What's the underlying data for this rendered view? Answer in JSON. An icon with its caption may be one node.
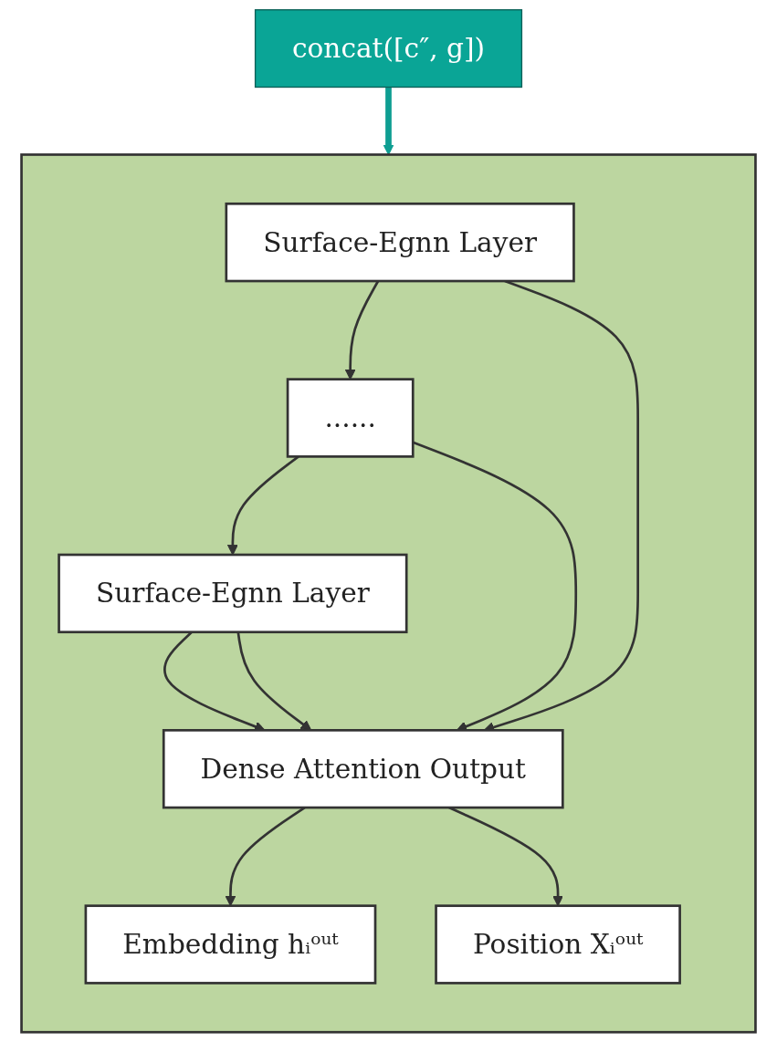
{
  "diagram": {
    "nodes": [
      {
        "text": [
          "concat([c″, g])"
        ]
      },
      {
        "text": [],
        "shape": "box"
      },
      {
        "text": [
          "Surface-Egnn Layer"
        ],
        "in": 1
      },
      {
        "text": [
          "......"
        ],
        "in": 1
      },
      {
        "text": [
          "Surface-Egnn Layer"
        ],
        "in": 1
      },
      {
        "text": [
          "Dense Attention Output"
        ],
        "in": 1
      },
      {
        "text": [
          "Embedding hᵢᵒᵘᵗ"
        ],
        "in": 1
      },
      {
        "text": [
          "Position Xᵢᵒᵘᵗ"
        ],
        "in": 1
      }
    ],
    "edges": [
      {
        "from": 0,
        "to": 1,
        "arrow": "to",
        "style": "thick",
        "color": "#0e9e92"
      },
      {
        "from": 2,
        "to": 3,
        "arrow": "to"
      },
      {
        "from": 3,
        "to": 4,
        "arrow": "to"
      },
      {
        "from": 4,
        "to": 5,
        "arrow": "to"
      },
      {
        "from": 2,
        "to": 5,
        "arrow": "to"
      },
      {
        "from": 3,
        "to": 5,
        "arrow": "to"
      },
      {
        "from": 4,
        "to": 5,
        "arrow": "to"
      },
      {
        "from": 5,
        "to": 6,
        "arrow": "to"
      },
      {
        "from": 5,
        "to": 7,
        "arrow": "to"
      }
    ]
  }
}
